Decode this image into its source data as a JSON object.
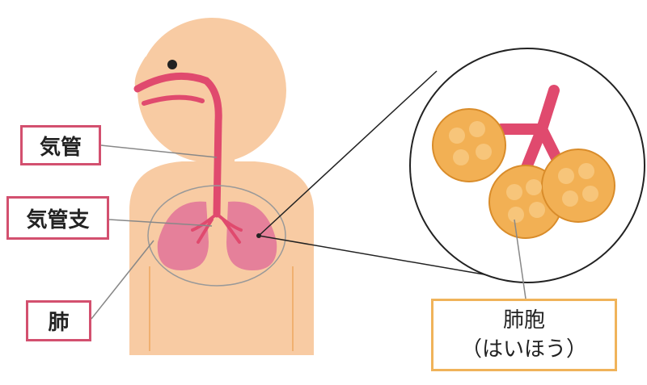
{
  "labels": {
    "trachea": "気管",
    "bronchus": "気管支",
    "lung": "肺",
    "alveolus_line1": "肺胞",
    "alveolus_line2": "（はいほう）"
  },
  "colors": {
    "skin": "#f8cba3",
    "airway": "#e04a6e",
    "lung": "#e5809a",
    "alveolus": "#f2b054",
    "pink_border": "#d3506f",
    "orange_border": "#f0b35a"
  }
}
